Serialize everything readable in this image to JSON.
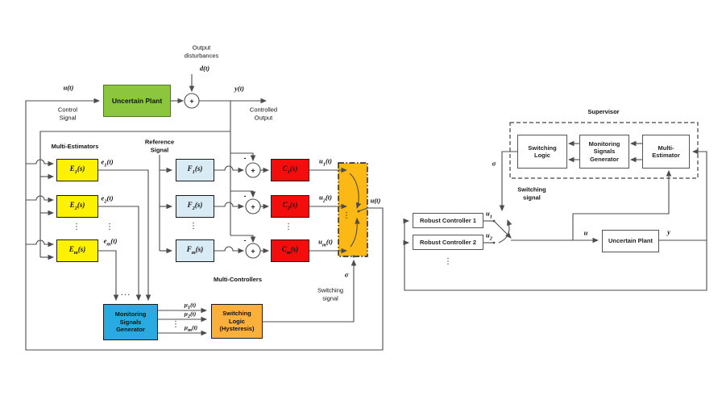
{
  "colors": {
    "plant_green": "#8CC63F",
    "estimator_yellow": "#FFF200",
    "filter_light_blue": "#D9EBF5",
    "controller_red": "#F40D0D",
    "switch_orange": "#FCB814",
    "monitoring_blue": "#29ABE2",
    "logic_orange": "#FBB03B",
    "wire_gray": "#4d4d4d"
  },
  "left": {
    "labels": {
      "output_disturbances": "Output\ndisturbances",
      "control_signal": "Control\nSignal",
      "controlled_output": "Controlled\nOutput",
      "multi_estimators": "Multi-Estimators",
      "reference_signal": "Reference\nSignal",
      "multi_controllers": "Multi-Controllers",
      "switching_signal": "Switching\nsignal",
      "hdots": "...",
      "vdots": "⋮",
      "minus": "-",
      "plus": "+"
    },
    "plant": "Uncertain Plant",
    "msg": "Monitoring\nSignals\nGenerator",
    "switching_logic": "Switching\nLogic\n(Hysteresis)",
    "math": {
      "u": {
        "b": "u",
        "s": "",
        "a": "(t)"
      },
      "d": {
        "b": "d",
        "s": "",
        "a": "(t)"
      },
      "y": {
        "b": "y",
        "s": "",
        "a": "(t)"
      },
      "sigma": {
        "b": "σ",
        "s": "",
        "a": ""
      },
      "E": [
        {
          "b": "E",
          "s": "1",
          "a": "(s)"
        },
        {
          "b": "E",
          "s": "2",
          "a": "(s)"
        },
        {
          "b": "E",
          "s": "m",
          "a": "(s)"
        }
      ],
      "e": [
        {
          "b": "e",
          "s": "1",
          "a": "(t)"
        },
        {
          "b": "e",
          "s": "2",
          "a": "(t)"
        },
        {
          "b": "e",
          "s": "m",
          "a": "(t)"
        }
      ],
      "F": [
        {
          "b": "F",
          "s": "1",
          "a": "(s)"
        },
        {
          "b": "F",
          "s": "2",
          "a": "(s)"
        },
        {
          "b": "F",
          "s": "m",
          "a": "(s)"
        }
      ],
      "C": [
        {
          "b": "C",
          "s": "1",
          "a": "(s)"
        },
        {
          "b": "C",
          "s": "2",
          "a": "(s)"
        },
        {
          "b": "C",
          "s": "m",
          "a": "(s)"
        }
      ],
      "u_i": [
        {
          "b": "u",
          "s": "1",
          "a": "(t)"
        },
        {
          "b": "u",
          "s": "2",
          "a": "(t)"
        },
        {
          "b": "u",
          "s": "m",
          "a": "(t)"
        }
      ],
      "mu": [
        {
          "b": "μ",
          "s": "1",
          "a": "(t)"
        },
        {
          "b": "μ",
          "s": "2",
          "a": "(t)"
        },
        {
          "b": "μ",
          "s": "m",
          "a": "(t)"
        }
      ]
    }
  },
  "right": {
    "supervisor": "Supervisor",
    "switching_logic": "Switching\nLogic",
    "msg": "Monitoring\nSignals\nGenerator",
    "multi_estimator": "Multi-\nEstimator",
    "switching_signal": "Switching\nsignal",
    "rc1": "Robust Controller 1",
    "rc2": "Robust Controller 2",
    "plant": "Uncertain Plant",
    "vdots": "⋮",
    "math": {
      "sigma": {
        "b": "σ",
        "s": "",
        "a": ""
      },
      "u1": {
        "b": "u",
        "s": "1",
        "a": ""
      },
      "u2": {
        "b": "u",
        "s": "2",
        "a": ""
      },
      "u": {
        "b": "u",
        "s": "",
        "a": ""
      },
      "y": {
        "b": "y",
        "s": "",
        "a": ""
      }
    }
  }
}
